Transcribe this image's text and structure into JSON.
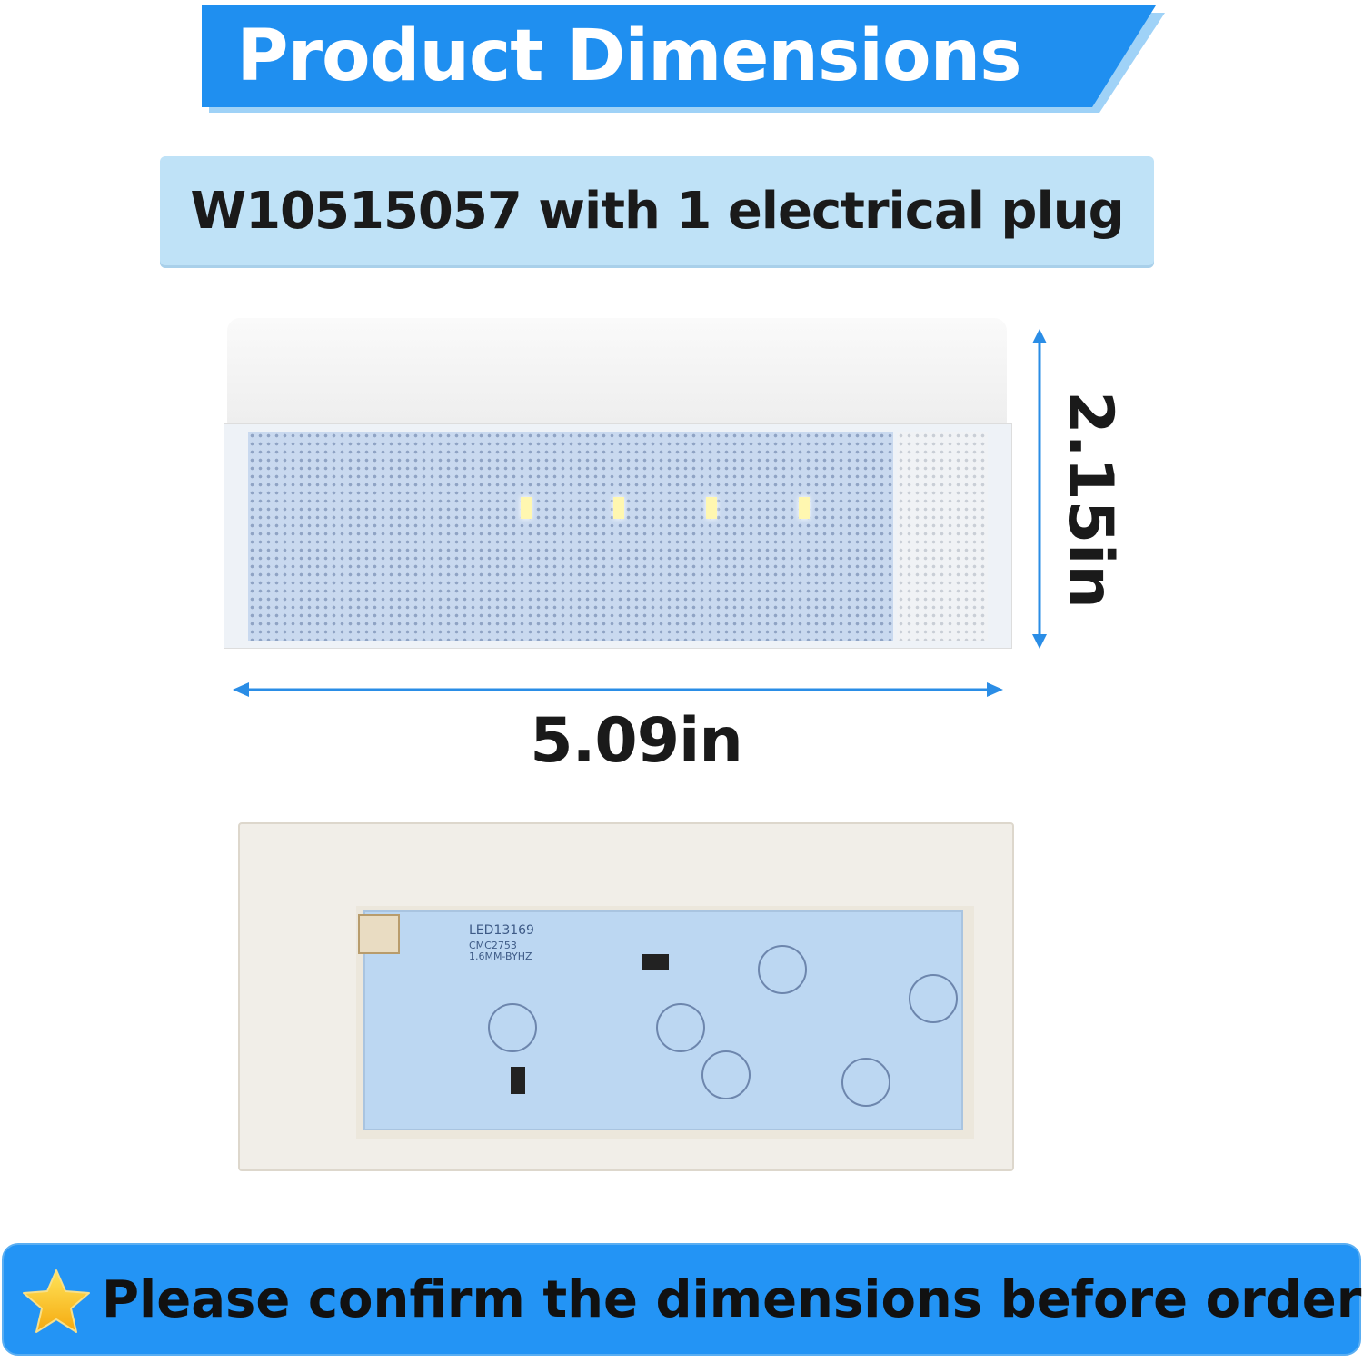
{
  "header": {
    "title": "Product Dimensions",
    "subtitle": "W10515057 with 1 electrical plug",
    "accent_color": "#1f8ff0",
    "subtitle_bg_color": "#bfe2f7"
  },
  "dimensions": {
    "height_label": "2.15in",
    "width_label": "5.09in",
    "arrow_color": "#2a8de6"
  },
  "pcb": {
    "labels": [
      "LED13169",
      "CMC2753",
      "1.6MM-BYHZ"
    ]
  },
  "footer": {
    "icon": "star-icon",
    "text": "Please confirm the dimensions before order",
    "bg_color": "#2394f5"
  }
}
